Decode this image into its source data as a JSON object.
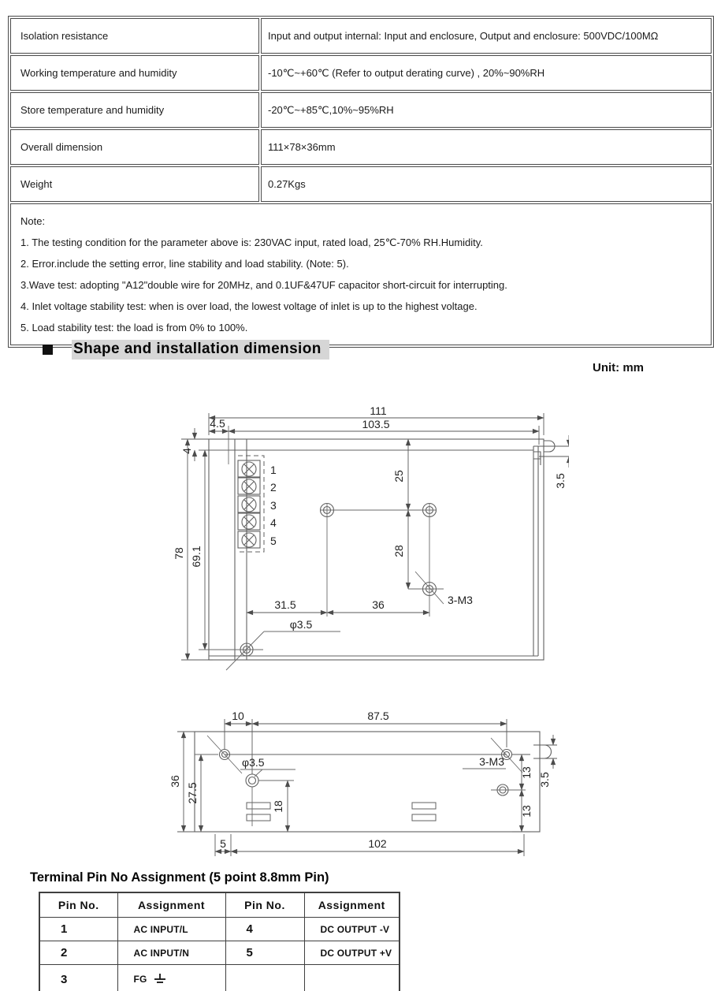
{
  "spec_table": {
    "rows": [
      {
        "label": "Isolation resistance",
        "value": "Input and output internal: Input and enclosure, Output and enclosure: 500VDC/100MΩ"
      },
      {
        "label": "Working temperature and humidity",
        "value": "-10℃~+60℃ (Refer to output derating curve) , 20%~90%RH"
      },
      {
        "label": "Store temperature and humidity",
        "value": "-20℃~+85℃,10%~95%RH"
      },
      {
        "label": "Overall dimension",
        "value": "111×78×36mm"
      },
      {
        "label": "Weight",
        "value": "0.27Kgs"
      }
    ],
    "note": {
      "title": "Note:",
      "items": [
        "1. The testing condition for the parameter above is: 230VAC input, rated load, 25℃-70% RH.Humidity.",
        "2. Error.include the setting error, line stability and load stability. (Note: 5).",
        "3.Wave test: adopting \"A12\"double wire for 20MHz, and 0.1UF&47UF capacitor short-circuit for interrupting.",
        "4. Inlet voltage stability test: when is over load, the lowest voltage of inlet is up to the highest voltage.",
        "5. Load stability test: the load is from 0% to 100%."
      ]
    }
  },
  "section": {
    "title": "Shape and installation dimension",
    "unit_label": "Unit: mm"
  },
  "drawing_top": {
    "dims": {
      "overall_width": "111",
      "inner_width": "103.5",
      "terminal_offset": "4.5",
      "top_lip": "4",
      "overall_height": "78",
      "inner_height": "69.1",
      "hole_top_offset": "25",
      "hole_vertical_span": "28",
      "hole_left_offset": "31.5",
      "hole_horizontal_span": "36",
      "hole_diameter": "φ3.5",
      "screw_spec": "3-M3",
      "tab_height": "3.5"
    },
    "terminals": [
      "1",
      "2",
      "3",
      "4",
      "5"
    ]
  },
  "drawing_side": {
    "dims": {
      "screw_to_hole": "10",
      "screw_span": "87.5",
      "overall_height": "36",
      "screw_to_bottom": "27.5",
      "hole_diameter": "φ3.5",
      "slot_height": "18",
      "screw_spec": "3-M3",
      "screw_to_hole_v": "13",
      "hole_to_bottom": "13",
      "tab_height": "3.5",
      "edge_offset": "5",
      "mount_span": "102"
    }
  },
  "pin_table": {
    "title": "Terminal Pin No Assignment (5 point 8.8mm Pin)",
    "headers": [
      "Pin No.",
      "Assignment",
      "Pin No.",
      "Assignment"
    ],
    "rows": [
      [
        "1",
        "AC INPUT/L",
        "4",
        "DC OUTPUT -V"
      ],
      [
        "2",
        "AC INPUT/N",
        "5",
        "DC OUTPUT +V"
      ],
      [
        "3",
        "FG",
        "",
        ""
      ]
    ]
  }
}
